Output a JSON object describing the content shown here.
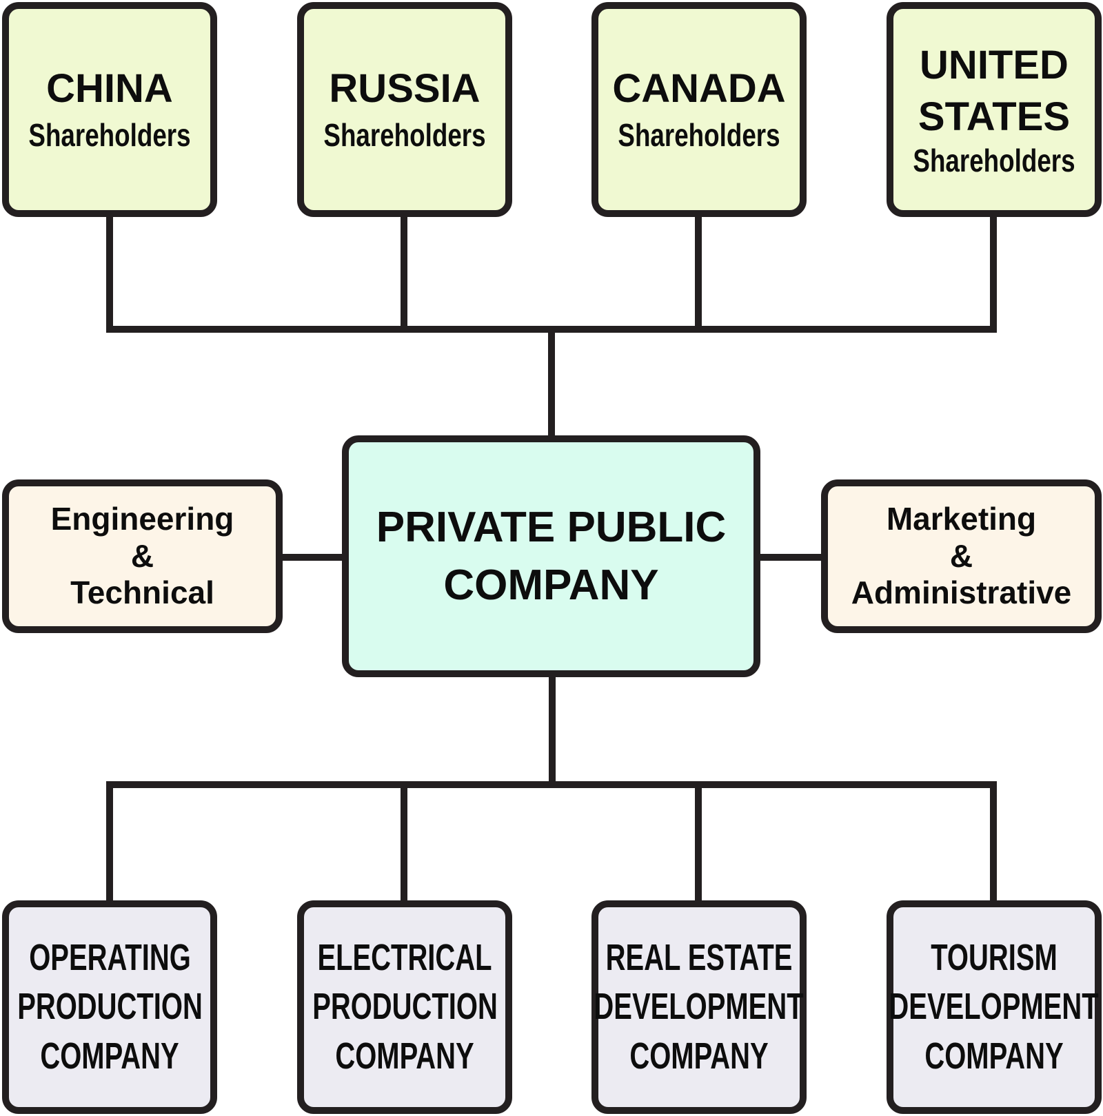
{
  "shareholders": [
    {
      "country": "CHINA",
      "label": "Shareholders"
    },
    {
      "country": "RUSSIA",
      "label": "Shareholders"
    },
    {
      "country": "CANADA",
      "label": "Shareholders"
    },
    {
      "country_line1": "UNITED",
      "country_line2": "STATES",
      "label": "Shareholders"
    }
  ],
  "center": {
    "line1": "PRIVATE PUBLIC",
    "line2": "COMPANY"
  },
  "left_dept": {
    "line1": "Engineering",
    "line2": "&",
    "line3": "Technical"
  },
  "right_dept": {
    "line1": "Marketing",
    "line2": "&",
    "line3": "Administrative"
  },
  "subsidiaries": [
    {
      "line1": "OPERATING",
      "line2": "PRODUCTION",
      "line3": "COMPANY"
    },
    {
      "line1": "ELECTRICAL",
      "line2": "PRODUCTION",
      "line3": "COMPANY"
    },
    {
      "line1": "REAL ESTATE",
      "line2": "DEVELOPMENT",
      "line3": "COMPANY"
    },
    {
      "line1": "TOURISM",
      "line2": "DEVELOPMENT",
      "line3": "COMPANY"
    }
  ],
  "colors": {
    "shareholder_fill": "#f0f9d2",
    "center_fill": "#d9fcef",
    "dept_fill": "#fdf5e8",
    "subsidiary_fill": "#ecebf2",
    "line": "#231f20"
  }
}
